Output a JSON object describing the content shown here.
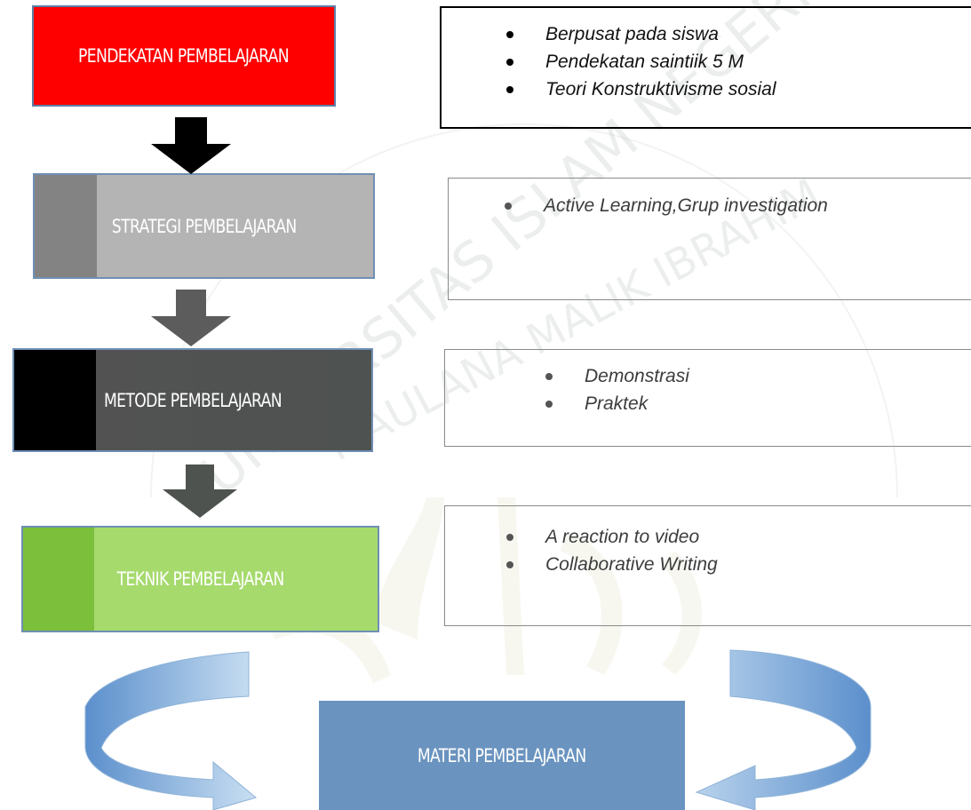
{
  "diagram": {
    "boxes": [
      {
        "id": "pendekatan",
        "label": "PENDEKATAN PEMBELAJARAN",
        "color": "#ff0000"
      },
      {
        "id": "strategi",
        "label": "STRATEGI PEMBELAJARAN",
        "color": "#b4b4b4"
      },
      {
        "id": "metode",
        "label": "METODE PEMBELAJARAN",
        "color": "#525252"
      },
      {
        "id": "teknik",
        "label": "TEKNIK PEMBELAJARAN",
        "color": "#a6da6d"
      },
      {
        "id": "materi",
        "label": "MATERI PEMBELAJARAN",
        "color": "#6a93bf"
      }
    ],
    "details": [
      {
        "for": "pendekatan",
        "items": [
          "Berpusat pada siswa",
          "Pendekatan saintiik 5 M",
          "Teori Konstruktivisme sosial"
        ]
      },
      {
        "for": "strategi",
        "items": [
          "Active Learning,Grup investigation"
        ]
      },
      {
        "for": "metode",
        "items": [
          "Demonstrasi",
          "Praktek"
        ]
      },
      {
        "for": "teknik",
        "items": [
          "A reaction to video",
          "Collaborative Writing"
        ]
      }
    ],
    "watermark": {
      "line1": "UNIVERSITAS ISLAM NEGERI",
      "line2": "MAULANA MALIK IBRAHIM"
    }
  }
}
